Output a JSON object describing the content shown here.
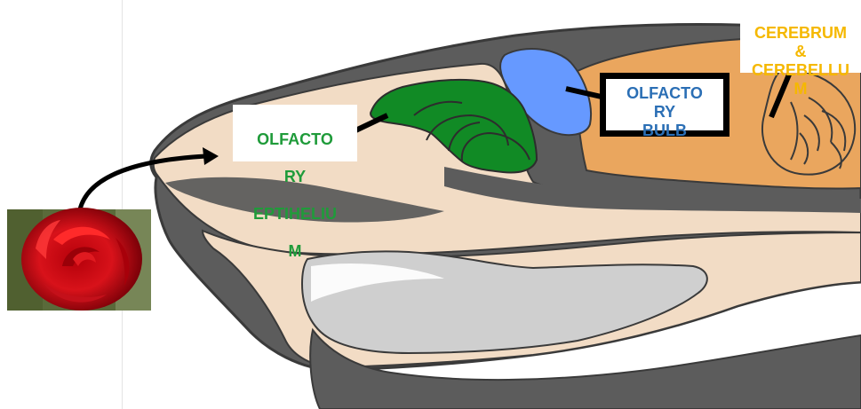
{
  "labels": {
    "epithelium": [
      "OLFACTO",
      "RY",
      "EPTIHELIU",
      "M"
    ],
    "bulb": "OLFACTO\nRY\nBULB",
    "cerebrum": "CEREBRUM\n&\nCEREBELLU\nM"
  },
  "colors": {
    "epithelium_text": "#1f9b3a",
    "bulb_text": "#2b6fb5",
    "cerebrum_text": "#f5b800",
    "epithelium_tissue": "#118a25",
    "bulb_tissue": "#6699ff",
    "brain_tissue": "#eaa65e",
    "skin": "#f2dcc5",
    "skull": "#5c5c5c",
    "palate_inner": "#cfcfcf"
  },
  "photo": {
    "subject": "red-rose"
  }
}
